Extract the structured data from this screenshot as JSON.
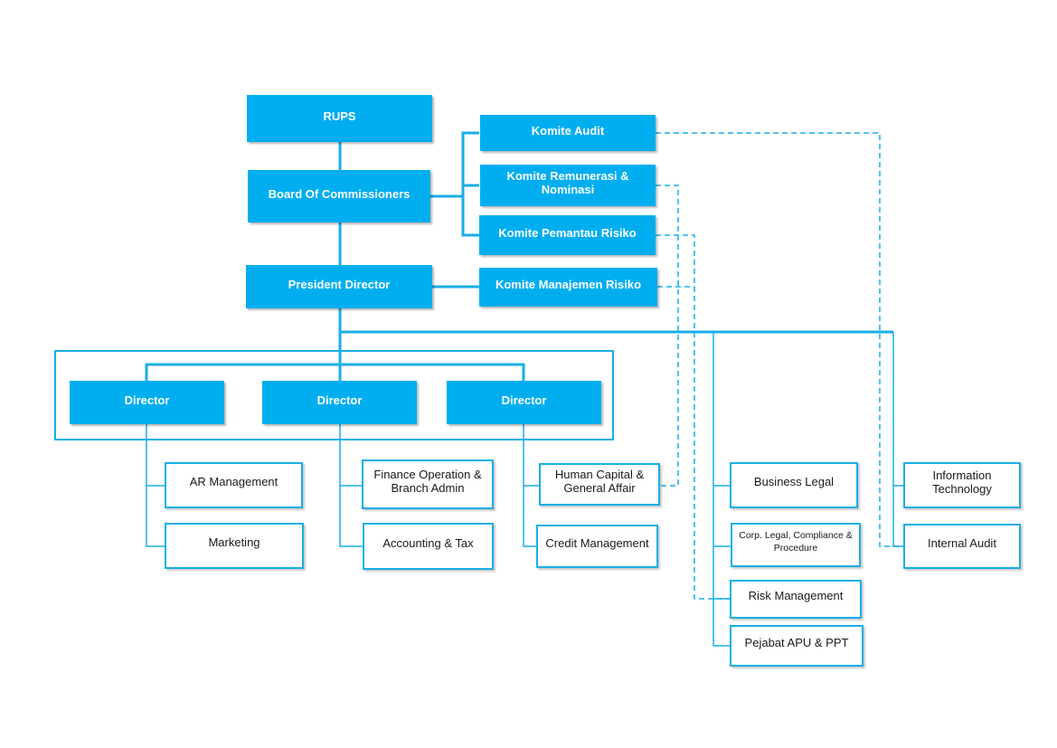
{
  "colors": {
    "primary": "#00aeef",
    "line": "#1aaee6",
    "text_dark": "#1a1a1a",
    "text_light": "#ffffff"
  },
  "governance": {
    "rups": "RUPS",
    "board": "Board Of Commissioners",
    "president": "President Director"
  },
  "committees": {
    "audit": "Komite Audit",
    "remuneration": "Komite Remunerasi & Nominasi",
    "risk_monitoring": "Komite Pemantau Risiko",
    "risk_management": "Komite Manajemen Risiko"
  },
  "directors": [
    "Director",
    "Director",
    "Director"
  ],
  "units": {
    "ar_management": "AR Management",
    "marketing": "Marketing",
    "finance_operation": "Finance Operation &\nBranch Admin",
    "accounting_tax": "Accounting & Tax",
    "human_capital": "Human Capital &\nGeneral Affair",
    "credit_management": "Credit Management",
    "business_legal": "Business Legal",
    "corp_legal": "Corp. Legal, Compliance &\nProcedure",
    "risk_management": "Risk Management",
    "pejabat_apu": "Pejabat APU & PPT",
    "information_technology": "Information\nTechnology",
    "internal_audit": "Internal Audit"
  }
}
